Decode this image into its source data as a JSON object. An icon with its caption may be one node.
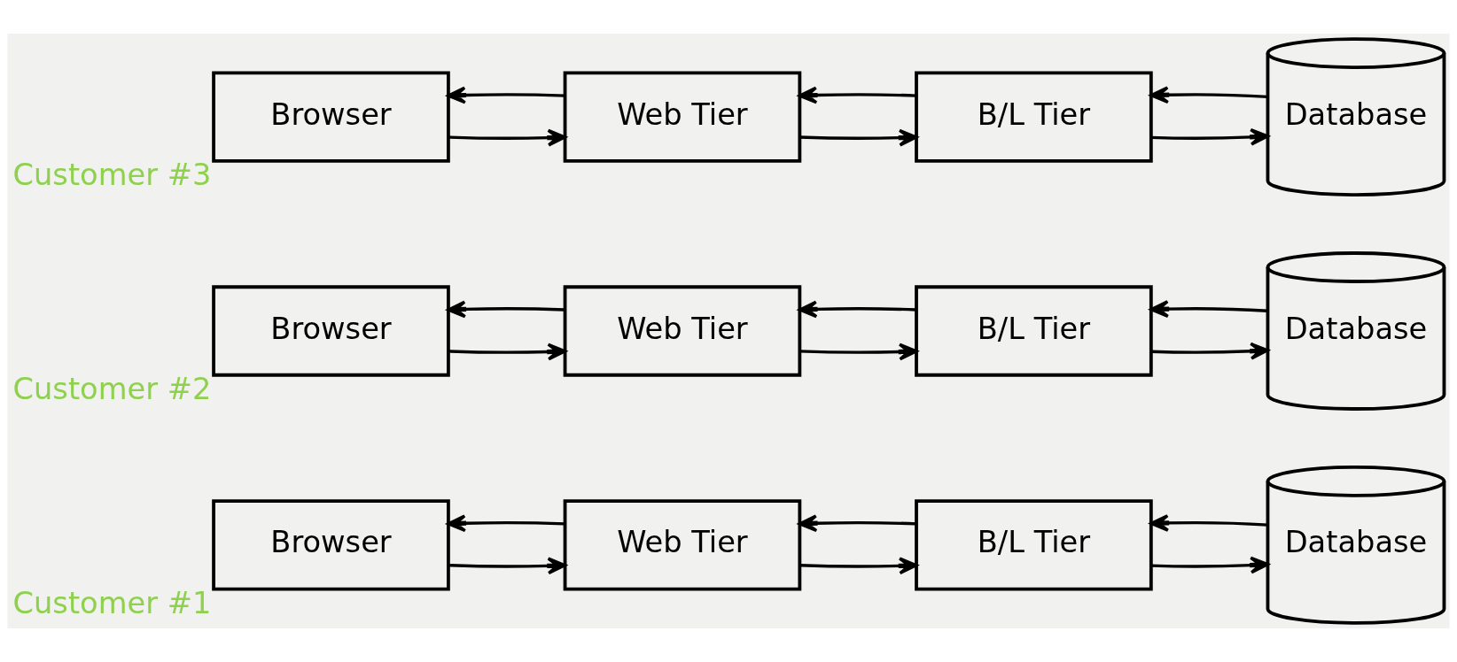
{
  "diagram": {
    "nodes": [
      {
        "text": [
          "Browser"
        ],
        "beside": [
          "Customer #1"
        ]
      },
      {
        "text": [
          "Web Tier"
        ]
      },
      {
        "text": [
          "B/L Tier"
        ]
      },
      {
        "text": [
          "Database"
        ]
      },
      {
        "text": [
          "Browser"
        ],
        "beside": [
          "Customer #2"
        ]
      },
      {
        "text": [
          "Web Tier"
        ]
      },
      {
        "text": [
          "B/L Tier"
        ]
      },
      {
        "text": [
          "Database"
        ]
      },
      {
        "text": [
          "Browser"
        ],
        "beside": [
          "Customer #3"
        ]
      },
      {
        "text": [
          "Web Tier"
        ]
      },
      {
        "text": [
          "B/L Tier"
        ]
      },
      {
        "text": [
          "Database"
        ]
      }
    ],
    "edges": [
      {
        "from": 0,
        "to": 1,
        "arrow": "to"
      },
      {
        "from": 1,
        "to": 0,
        "arrow": "to"
      },
      {
        "from": 1,
        "to": 2,
        "arrow": "to"
      },
      {
        "from": 2,
        "to": 1,
        "arrow": "to"
      },
      {
        "from": 2,
        "to": 3,
        "arrow": "to"
      },
      {
        "from": 3,
        "to": 2,
        "arrow": "to"
      },
      {
        "from": 4,
        "to": 5,
        "arrow": "to"
      },
      {
        "from": 5,
        "to": 4,
        "arrow": "to"
      },
      {
        "from": 5,
        "to": 6,
        "arrow": "to"
      },
      {
        "from": 6,
        "to": 5,
        "arrow": "to"
      },
      {
        "from": 6,
        "to": 7,
        "arrow": "to"
      },
      {
        "from": 7,
        "to": 6,
        "arrow": "to"
      },
      {
        "from": 8,
        "to": 9,
        "arrow": "to"
      },
      {
        "from": 9,
        "to": 8,
        "arrow": "to"
      },
      {
        "from": 9,
        "to": 10,
        "arrow": "to"
      },
      {
        "from": 10,
        "to": 9,
        "arrow": "to"
      },
      {
        "from": 10,
        "to": 11,
        "arrow": "to"
      },
      {
        "from": 11,
        "to": 10,
        "arrow": "to"
      }
    ]
  }
}
